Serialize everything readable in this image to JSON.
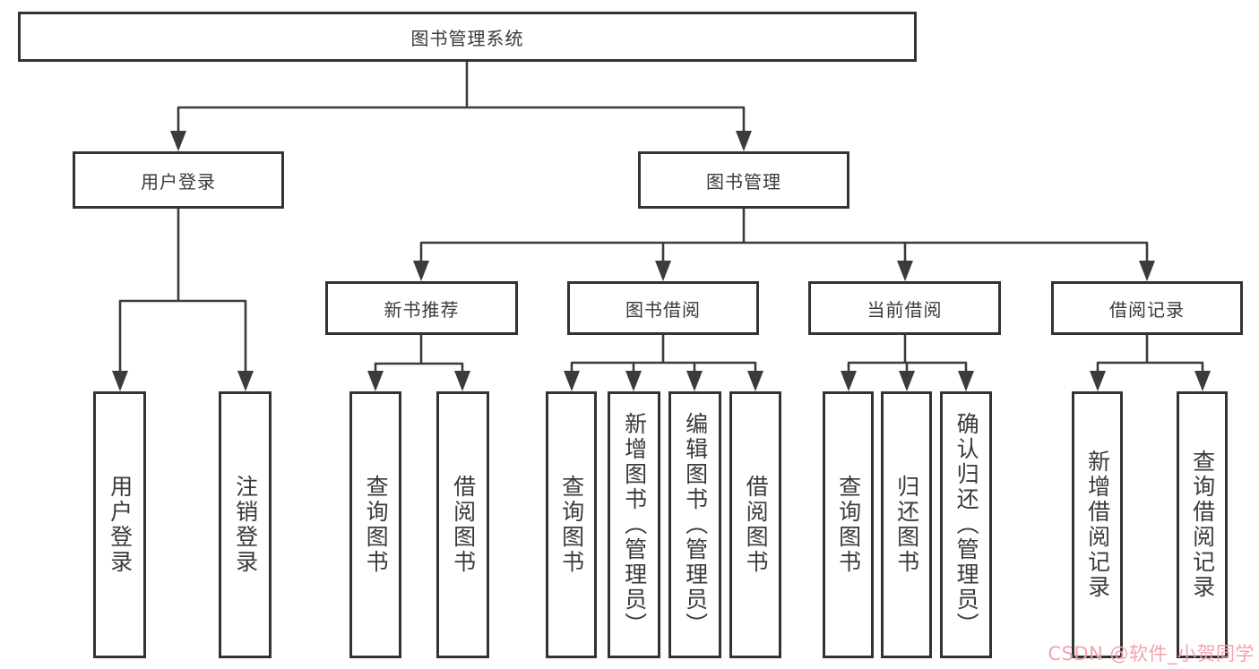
{
  "colors": {
    "line": "#3b3b3b",
    "box_border": "#333333",
    "text": "#3a3a3a",
    "watermark": "#f2a3af",
    "background": "#ffffff"
  },
  "watermark": {
    "text": "CSDN @软件_小贺同学"
  },
  "tree": {
    "root": "图书管理系统",
    "branches": [
      {
        "label": "用户登录",
        "children": [
          "用户登录",
          "注销登录"
        ]
      },
      {
        "label": "图书管理",
        "groups": [
          {
            "label": "新书推荐",
            "children": [
              "查询图书",
              "借阅图书"
            ]
          },
          {
            "label": "图书借阅",
            "children": [
              "查询图书",
              "新增图书（管理员）",
              "编辑图书（管理员）",
              "借阅图书"
            ]
          },
          {
            "label": "当前借阅",
            "children": [
              "查询图书",
              "归还图书",
              "确认归还（管理员）"
            ]
          },
          {
            "label": "借阅记录",
            "children": [
              "新增借阅记录",
              "查询借阅记录"
            ]
          }
        ]
      }
    ]
  }
}
